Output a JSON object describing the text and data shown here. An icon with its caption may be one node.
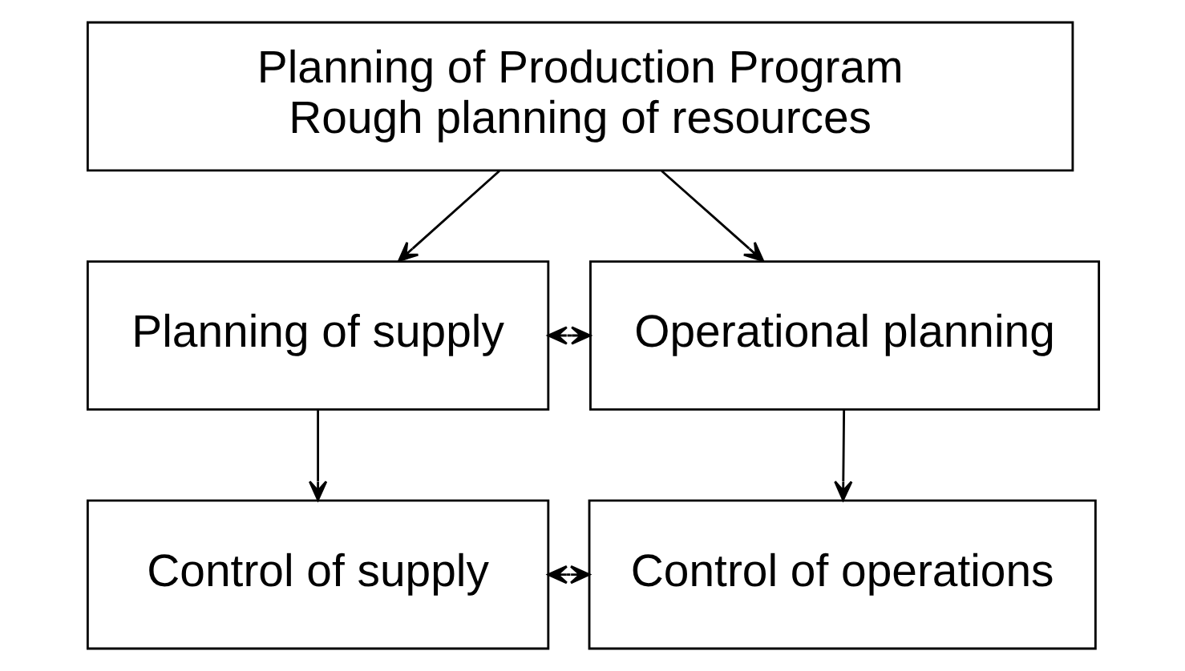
{
  "diagram": {
    "nodes": [
      {
        "text": [
          "Planning of Production Program",
          "Rough planning of resources"
        ]
      },
      {
        "text": [
          "Planning of supply"
        ]
      },
      {
        "text": [
          "Operational planning"
        ]
      },
      {
        "text": [
          "Control of supply"
        ]
      },
      {
        "text": [
          "Control of operations"
        ]
      }
    ],
    "edges": [
      {
        "from": 0,
        "to": 1,
        "arrow": "to"
      },
      {
        "from": 0,
        "to": 2,
        "arrow": "to"
      },
      {
        "from": 1,
        "to": 2,
        "arrow": "both"
      },
      {
        "from": 1,
        "to": 3,
        "arrow": "to"
      },
      {
        "from": 2,
        "to": 4,
        "arrow": "to"
      },
      {
        "from": 3,
        "to": 4,
        "arrow": "both"
      }
    ]
  }
}
